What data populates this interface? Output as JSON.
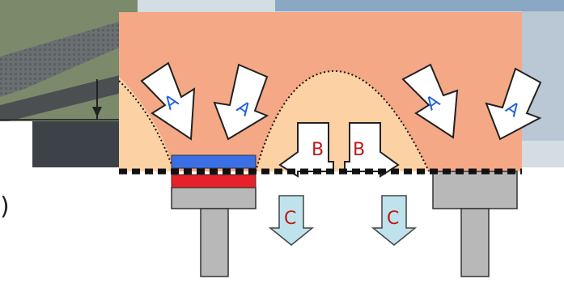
{
  "labels": {
    "a": "A",
    "b": "B",
    "c": "C",
    "edge_fragment": ")"
  },
  "colors": {
    "photo_sky": "#c9d6dc",
    "photo_road": "#555b5e",
    "overlay_salmon": "#f4a886",
    "overlay_light": "#fcd2a5",
    "arrow_fill": "#ffffff",
    "arrow_label_blue": "#1e60e0",
    "arrow_label_red": "#c01818",
    "arrow_c_fill": "#bfe3ec",
    "pier_gray": "#b8b8b8",
    "bearing_blue": "#3b6fe6",
    "bearing_red": "#e8202a"
  }
}
